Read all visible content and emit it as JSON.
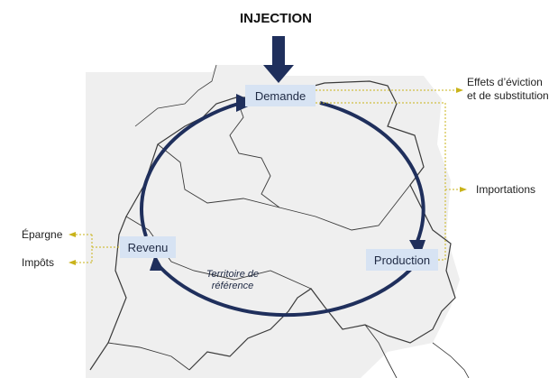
{
  "title": "INJECTION",
  "nodes": {
    "demande": "Demande",
    "production": "Production",
    "revenu": "Revenu"
  },
  "leakages": {
    "effets_line1": "Effets d’éviction",
    "effets_line2": "et de substitution",
    "importations": "Importations",
    "epargne": "Épargne",
    "impots": "Impôts"
  },
  "territory_line1": "Territoire de",
  "territory_line2": "référence",
  "colors": {
    "cycle_arrow": "#1f2f5c",
    "node_fill": "#d7e3f3",
    "leak_line": "#c9b31a",
    "map_fill": "#efefef",
    "map_border": "#3a3a3a"
  }
}
